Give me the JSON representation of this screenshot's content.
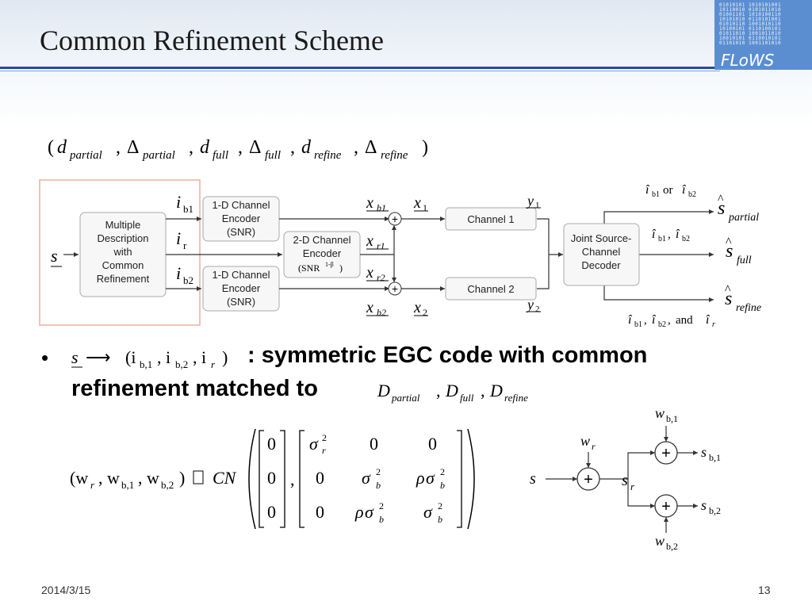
{
  "title": "Common Refinement Scheme",
  "logo": {
    "text": "FLoWS",
    "bits": "01010101 1010101001\n10110010 0101011010\n01001101 1010100110\n10101010 0110101001\n01010110 1001010110\n10100101 0110100101\n01011010 1001011010\n10010101 0110010101\n01101010 1001101010"
  },
  "tuple": {
    "open": "(",
    "d": "d",
    "delta": "Δ",
    "partial": "partial",
    "full": "full",
    "refine": "refine",
    "comma": ",",
    "close": ")"
  },
  "diagram": {
    "s": "s",
    "i": "i",
    "b1": "b1",
    "b2": "b2",
    "r": "r",
    "x": "x",
    "r1": "r1",
    "r2": "r2",
    "one": "1",
    "two": "2",
    "y": "y",
    "plus": "+",
    "md_box": [
      "Multiple",
      "Description",
      "with",
      "Common",
      "Refinement"
    ],
    "enc1": [
      "1-D Channel",
      "Encoder",
      "(SNR)"
    ],
    "enc2": [
      "1-D Channel",
      "Encoder",
      "(SNR)"
    ],
    "enc_mid": [
      "2-D Channel",
      "Encoder"
    ],
    "snr_beta": "(SNR",
    "beta_exp": "1-β",
    "channel1": "Channel 1",
    "channel2": "Channel 2",
    "decoder": [
      "Joint Source-",
      "Channel",
      "Decoder"
    ],
    "or": "or",
    "and": "and",
    "comma": ",",
    "hat_s": "s",
    "partial": "partial",
    "full": "full",
    "refine": "refine"
  },
  "bullet": {
    "dot": "•",
    "s": "s",
    "arrow": "⟶",
    "tuple_text": "(i",
    "b1": "b,1",
    "b2": "b,2",
    "r": "r",
    "text1": ": symmetric EGC code with common",
    "text2": "refinement matched to",
    "D": "D",
    "partial": "partial",
    "full": "full",
    "refine": "refine"
  },
  "cov": {
    "lhs_open": "(w",
    "r": "r",
    "b1": "b,1",
    "b2": "b,2",
    "lhs_close": ")",
    "box": "",
    "CN": "CN",
    "zero": "0",
    "sigma": "σ",
    "rho": "ρ",
    "sq": "2",
    "comma": ","
  },
  "tree": {
    "s": "s",
    "s_r": "s",
    "r": "r",
    "w": "w",
    "b1": "b,1",
    "b2": "b,2",
    "plus": "+"
  },
  "footer": {
    "date": "2014/3/15",
    "page": "13"
  }
}
